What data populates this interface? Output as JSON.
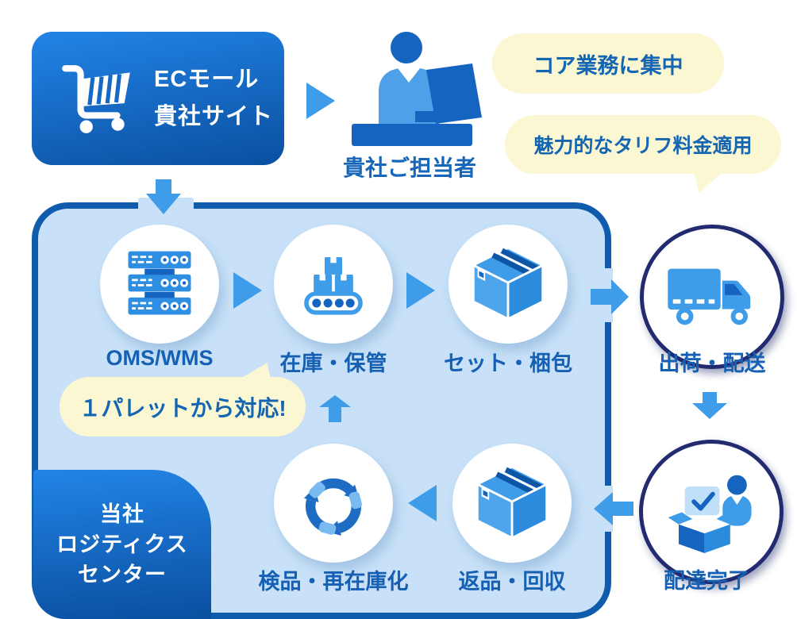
{
  "page": {
    "background": "#ffffff"
  },
  "palette": {
    "box_gradient_top": "#2284E6",
    "box_gradient_bottom": "#0A4FA0",
    "container_fill": "#C8E1F8",
    "container_border": "#0F5CAD",
    "arrow_blue": "#3E9CE9",
    "icon_dark_blue": "#1565C0",
    "label_blue": "#1560B2",
    "bubble_yellow": "#FBF7D2",
    "ring_navy": "#232B70"
  },
  "ec_box": {
    "line1": "ECモール",
    "line2": "貴社サイト",
    "icon": "shopping-cart-icon"
  },
  "operator": {
    "label": "貴社ご担当者",
    "icon": "person-at-laptop-icon"
  },
  "bubbles": {
    "core_focus": "コア業務に集中",
    "tariff": "魅力的なタリフ料金適用",
    "pallet": "１パレットから対応!"
  },
  "logistics_center": {
    "line1": "当社",
    "line2": "ロジティクス",
    "line3": "センター"
  },
  "process": {
    "top_row": [
      {
        "label": "OMS/WMS",
        "icon": "server-icon"
      },
      {
        "label": "在庫・保管",
        "icon": "conveyor-icon"
      },
      {
        "label": "セット・梱包",
        "icon": "packed-box-icon"
      }
    ],
    "bottom_row": [
      {
        "label": "検品・再在庫化",
        "icon": "recycle-icon"
      },
      {
        "label": "返品・回収",
        "icon": "packed-box-icon"
      }
    ]
  },
  "delivery": [
    {
      "label": "出荷・配送",
      "icon": "truck-icon"
    },
    {
      "label": "配達完了",
      "icon": "delivery-complete-icon"
    }
  ]
}
